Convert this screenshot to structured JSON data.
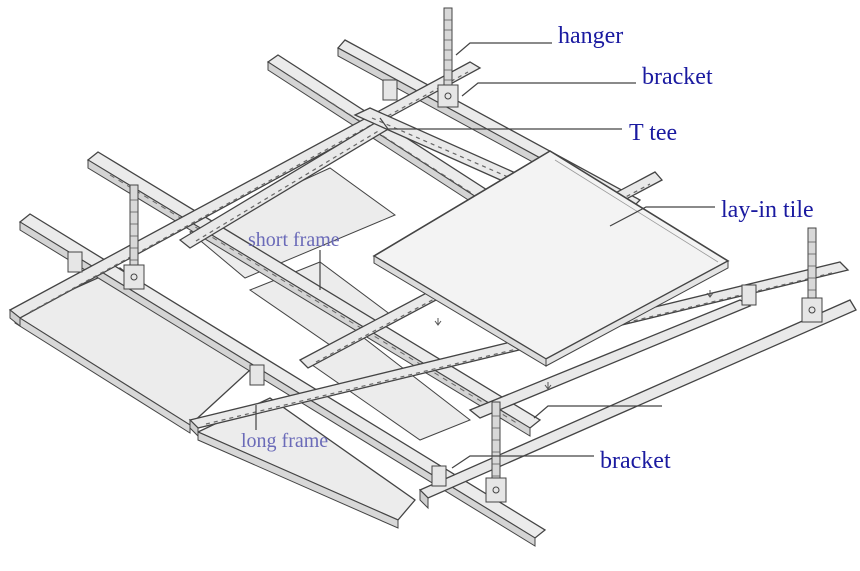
{
  "labels": {
    "hanger": "hanger",
    "bracket_top": "bracket",
    "t_tee": "T tee",
    "lay_in_tile": "lay-in tile",
    "short_frame": "short frame",
    "long_frame": "long frame",
    "bracket_bottom": "bracket"
  },
  "colors": {
    "main_label": "#1a1aa0",
    "sub_label": "#6a6ab8",
    "line": "#444444",
    "metal": "#e9e9e9",
    "panel": "#ededed",
    "tile": "#f3f3f3"
  }
}
